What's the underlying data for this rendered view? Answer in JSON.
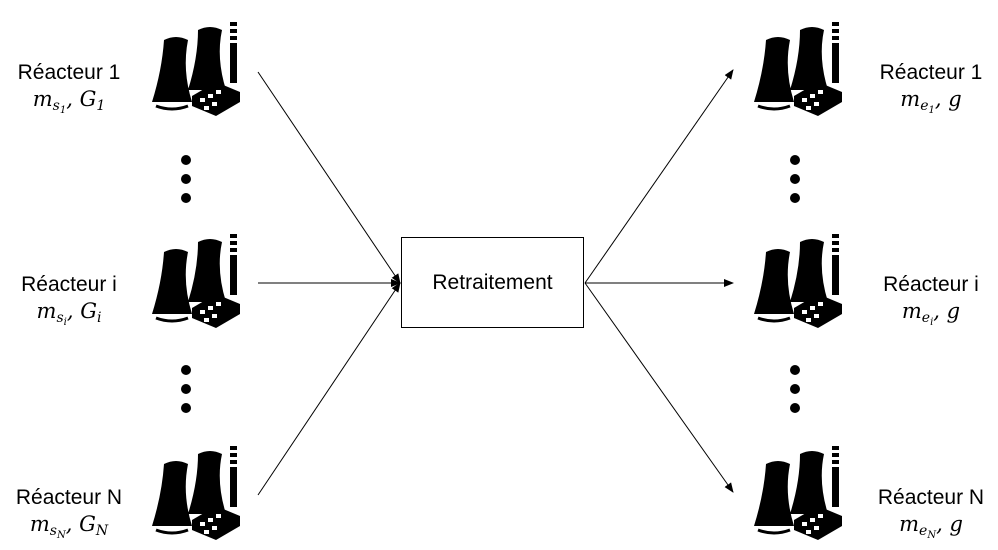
{
  "process": {
    "label": "Retraitement"
  },
  "sources": [
    {
      "name": "Réacteur 1",
      "m": "m",
      "sub": "s",
      "subsub": "1",
      "G": "G",
      "Gsub": "1"
    },
    {
      "name": "Réacteur i",
      "m": "m",
      "sub": "s",
      "subsub": "i",
      "G": "G",
      "Gsub": "i"
    },
    {
      "name": "Réacteur N",
      "m": "m",
      "sub": "s",
      "subsub": "N",
      "G": "G",
      "Gsub": "N"
    }
  ],
  "targets": [
    {
      "name": "Réacteur 1",
      "m": "m",
      "sub": "e",
      "subsub": "1",
      "g": "g"
    },
    {
      "name": "Réacteur i",
      "m": "m",
      "sub": "e",
      "subsub": "i",
      "g": "g"
    },
    {
      "name": "Réacteur N",
      "m": "m",
      "sub": "e",
      "subsub": "N",
      "g": "g"
    }
  ],
  "icon": "nuclear-plant-icon"
}
